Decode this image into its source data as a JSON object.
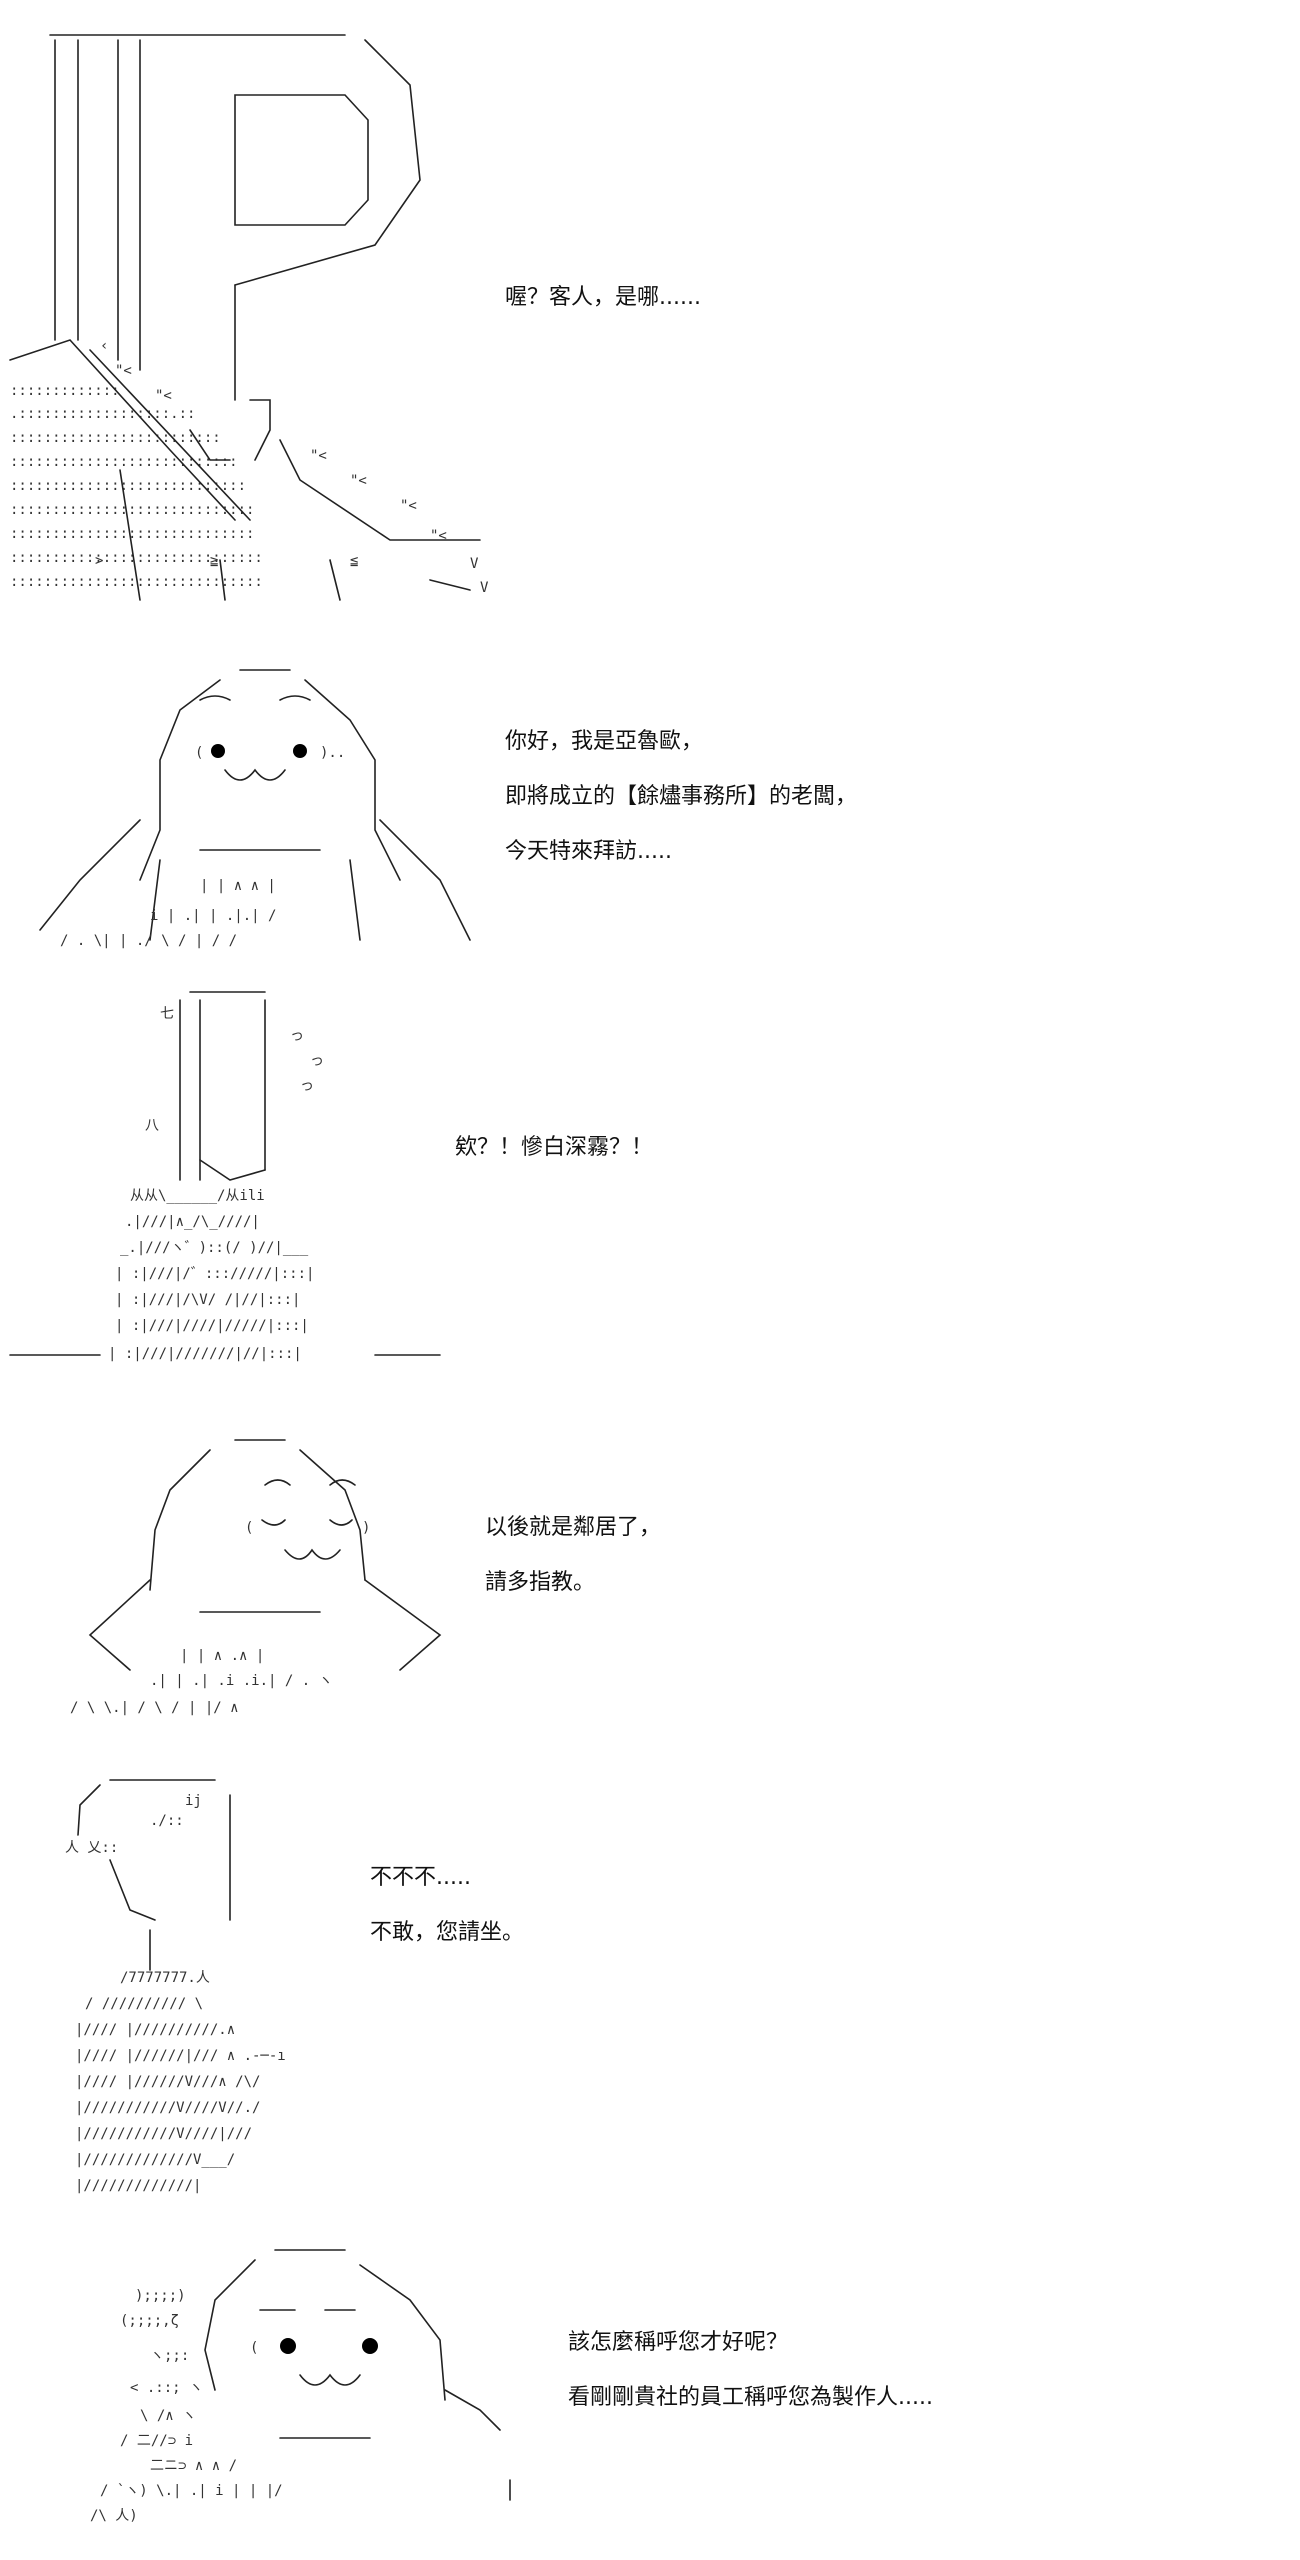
{
  "panels": [
    {
      "id": "p1",
      "lines": [
        "喔？客人，是哪......"
      ]
    },
    {
      "id": "p2",
      "lines": [
        "你好，我是亞魯歐，",
        "即將成立的【餘燼事務所】的老闆，",
        "今天特來拜訪....."
      ]
    },
    {
      "id": "p3",
      "lines": [
        "欸？！慘白深霧？！"
      ]
    },
    {
      "id": "p4",
      "lines": [
        "以後就是鄰居了，",
        "請多指教。"
      ]
    },
    {
      "id": "p5",
      "lines": [
        "不不不.....",
        "不敢，您請坐。"
      ]
    },
    {
      "id": "p6",
      "lines": [
        "該怎麼稱呼您才好呢？",
        "看剛剛貴社的員工稱呼您為製作人....."
      ]
    }
  ]
}
